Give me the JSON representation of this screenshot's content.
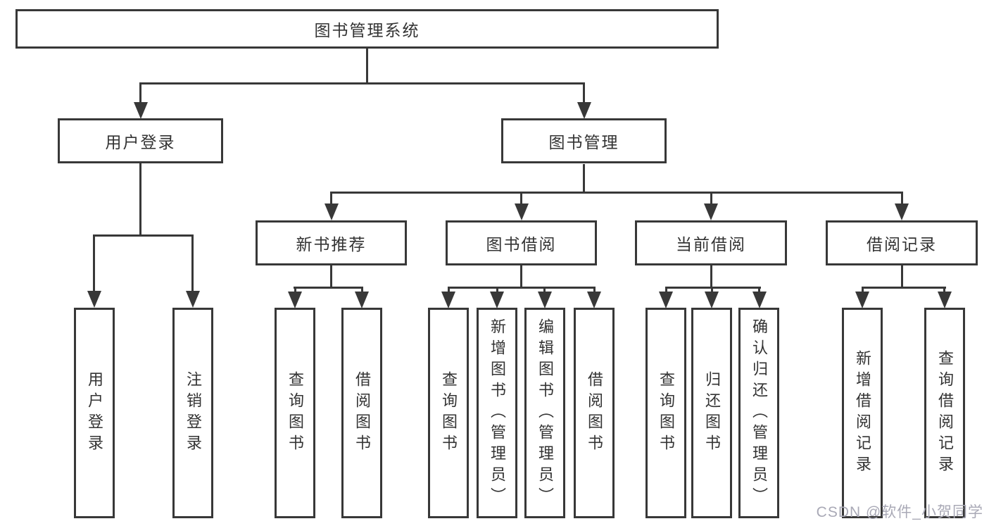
{
  "diagram": {
    "type": "hierarchy-tree",
    "root": {
      "label": "图书管理系统"
    },
    "level2": [
      {
        "label": "用户登录",
        "parent": "图书管理系统"
      },
      {
        "label": "图书管理",
        "parent": "图书管理系统"
      }
    ],
    "level3": [
      {
        "label": "新书推荐",
        "parent": "图书管理"
      },
      {
        "label": "图书借阅",
        "parent": "图书管理"
      },
      {
        "label": "当前借阅",
        "parent": "图书管理"
      },
      {
        "label": "借阅记录",
        "parent": "图书管理"
      }
    ],
    "leaves": [
      {
        "label": "用户登录",
        "parent": "用户登录"
      },
      {
        "label": "注销登录",
        "parent": "用户登录"
      },
      {
        "label": "查询图书",
        "parent": "新书推荐"
      },
      {
        "label": "借阅图书",
        "parent": "新书推荐"
      },
      {
        "label": "查询图书",
        "parent": "图书借阅"
      },
      {
        "label": "新增图书（管理员）",
        "parent": "图书借阅"
      },
      {
        "label": "编辑图书（管理员）",
        "parent": "图书借阅"
      },
      {
        "label": "借阅图书",
        "parent": "图书借阅"
      },
      {
        "label": "查询图书",
        "parent": "当前借阅"
      },
      {
        "label": "归还图书",
        "parent": "当前借阅"
      },
      {
        "label": "确认归还（管理员）",
        "parent": "当前借阅"
      },
      {
        "label": "新增借阅记录",
        "parent": "借阅记录"
      },
      {
        "label": "查询借阅记录",
        "parent": "借阅记录"
      }
    ]
  },
  "watermark": {
    "text": "CSDN @软件_小贺同学"
  },
  "colors": {
    "line": "#383838",
    "text": "#333333",
    "background": "#ffffff",
    "watermark": "#a9a9b6"
  }
}
